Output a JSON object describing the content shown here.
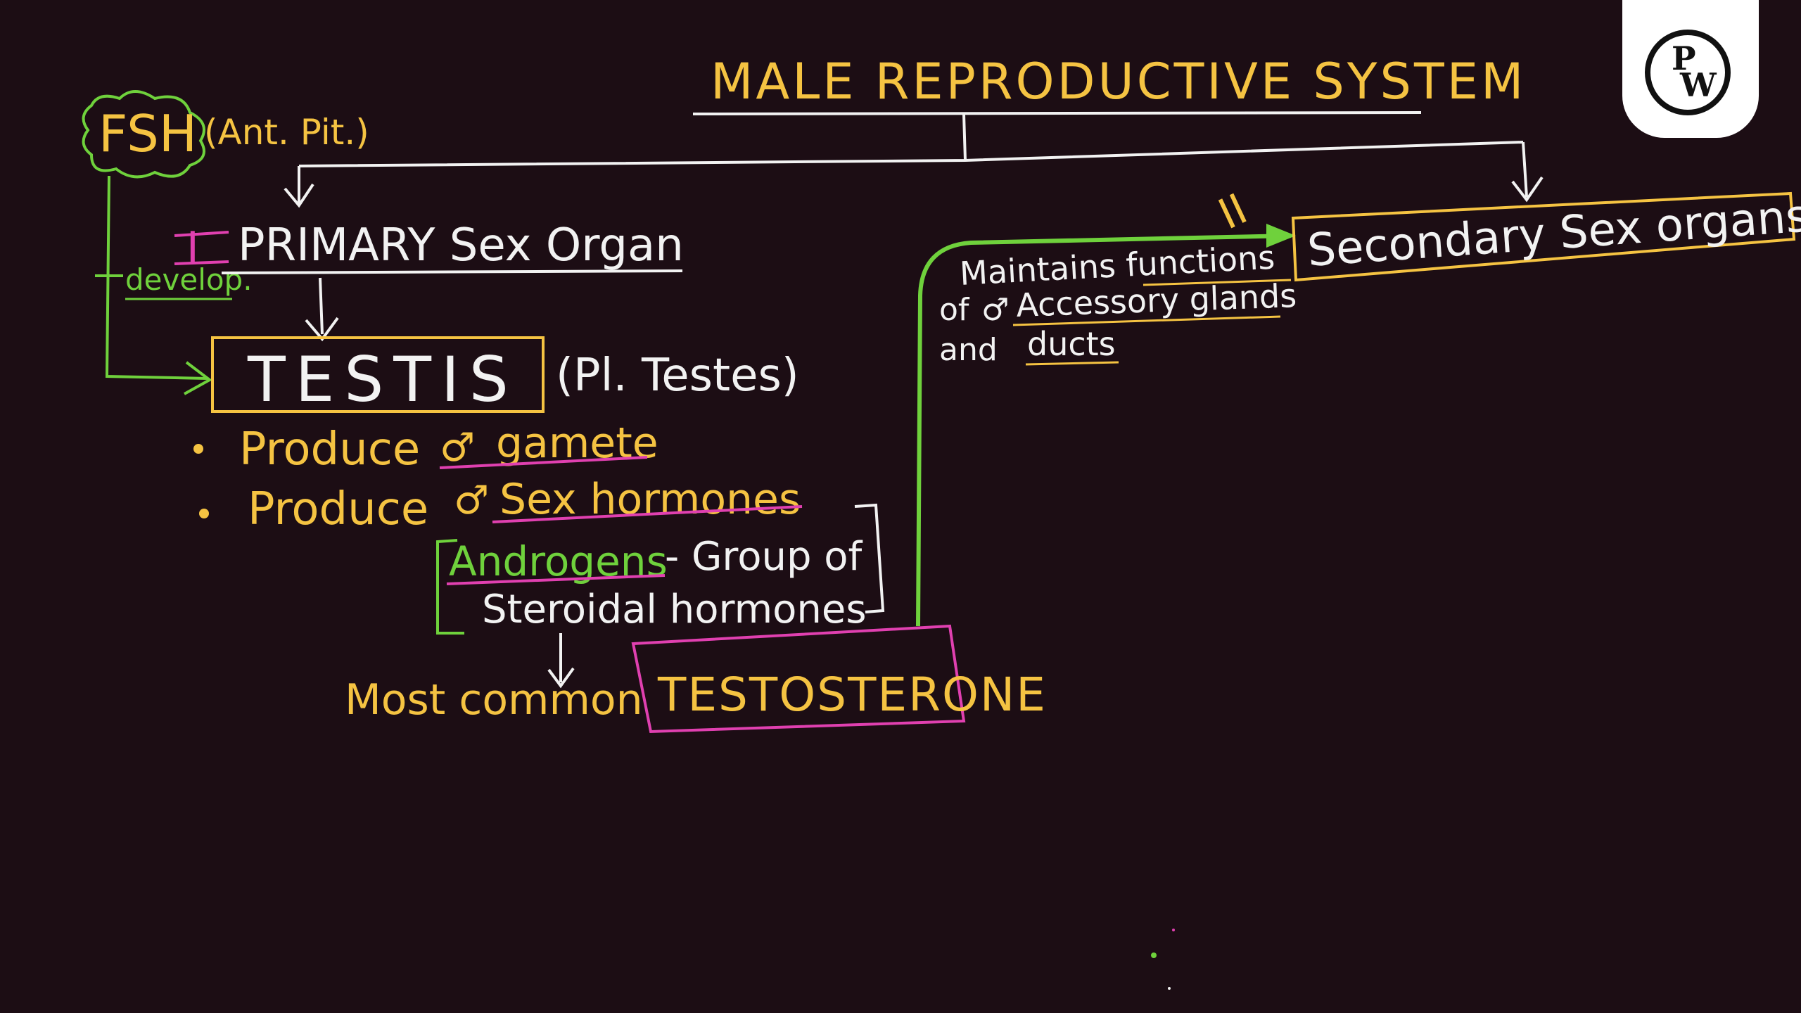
{
  "title": "MALE REPRODUCTIVE SYSTEM",
  "fsh": {
    "label": "FSH",
    "source": "(Ant. Pit.)",
    "develop": "develop."
  },
  "primary": {
    "numeral": "I",
    "label": "PRIMARY Sex Organ"
  },
  "testis": {
    "label": "TESTIS",
    "plural": "(Pl. Testes)"
  },
  "bullets": {
    "one": {
      "prefix": "Produce",
      "symbol": "♂",
      "text": "gamete"
    },
    "two": {
      "prefix": "Produce",
      "symbol": "♂",
      "text": "Sex hormones"
    }
  },
  "androgens": {
    "term": "Androgens",
    "line1_rest": "- Group of",
    "line2": "Steroidal hormones"
  },
  "most_common": "Most common",
  "testosterone": "TESTOSTERONE",
  "secondary": {
    "numeral": "II",
    "label": "Secondary Sex organs",
    "note_line1": "Maintains functions",
    "note_line2_prefix": "of",
    "note_line2_symbol": "♂",
    "note_line2_text": "Accessory glands",
    "note_line3_prefix": "and",
    "note_line3_text": "ducts"
  },
  "logo": {
    "top": "P",
    "bottom": "W"
  },
  "colors": {
    "background": "#1c0d14",
    "yellow": "#f5c342",
    "white": "#f2f2f2",
    "green": "#6fd13c",
    "magenta": "#e040b0"
  }
}
